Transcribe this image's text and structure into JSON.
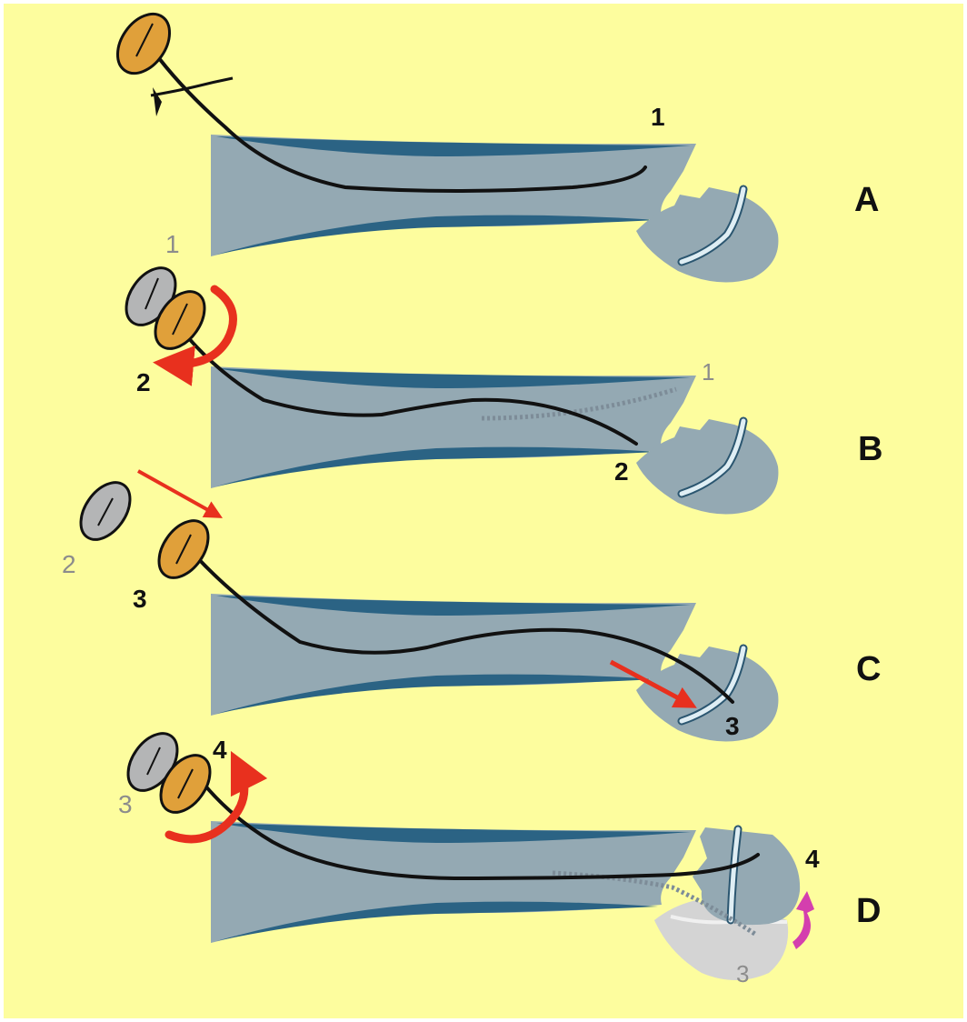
{
  "colors": {
    "background": "#fdfd9e",
    "bone": "#94a9b3",
    "cortex": "#2b6384",
    "guidewire": "#111111",
    "handle_active": "#e0a03a",
    "handle_previous": "#b4b5b6",
    "arrow_red": "#e8301e",
    "arrow_magenta": "#d43fae",
    "fracture_line": "#dfeef4",
    "ghost_fragment": "#d4d4d4"
  },
  "panels": [
    {
      "letter": "A",
      "wire_tip_label": "1",
      "handle_label": "",
      "ghost_handle_label": ""
    },
    {
      "letter": "B",
      "ghost_handle_label": "1",
      "handle_label": "2",
      "ghost_track_label": "1",
      "wire_tip_label": "2"
    },
    {
      "letter": "C",
      "ghost_handle_label": "2",
      "handle_label": "3",
      "wire_tip_label": "3"
    },
    {
      "letter": "D",
      "ghost_handle_label": "3",
      "handle_label": "4",
      "wire_tip_label": "4",
      "ghost_fragment_label": "3"
    }
  ]
}
